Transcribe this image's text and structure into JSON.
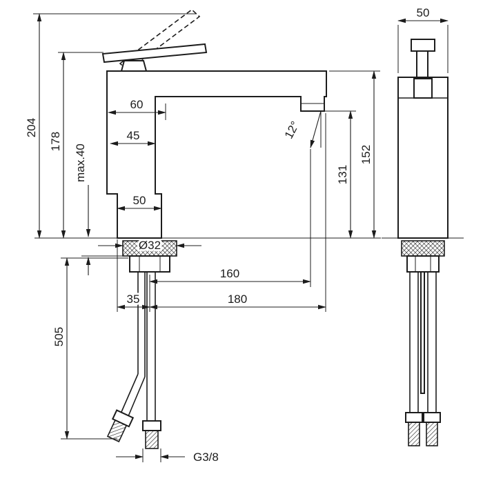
{
  "drawing": {
    "colors": {
      "line": "#1c1c1c",
      "background": "#ffffff"
    },
    "dims": {
      "overall_height": "204",
      "handle_height": "178",
      "max_mounting": "max.40",
      "top_width": "60",
      "mid_width": "45",
      "base_width": "50",
      "hole_dia": "Ø32",
      "stream_angle": "12°",
      "outlet_height": "131",
      "spout_height": "152",
      "spout_reach": "160",
      "front_offset": "35",
      "total_reach": "180",
      "hose_length": "505",
      "thread_size": "G3/8",
      "side_depth": "50"
    }
  }
}
